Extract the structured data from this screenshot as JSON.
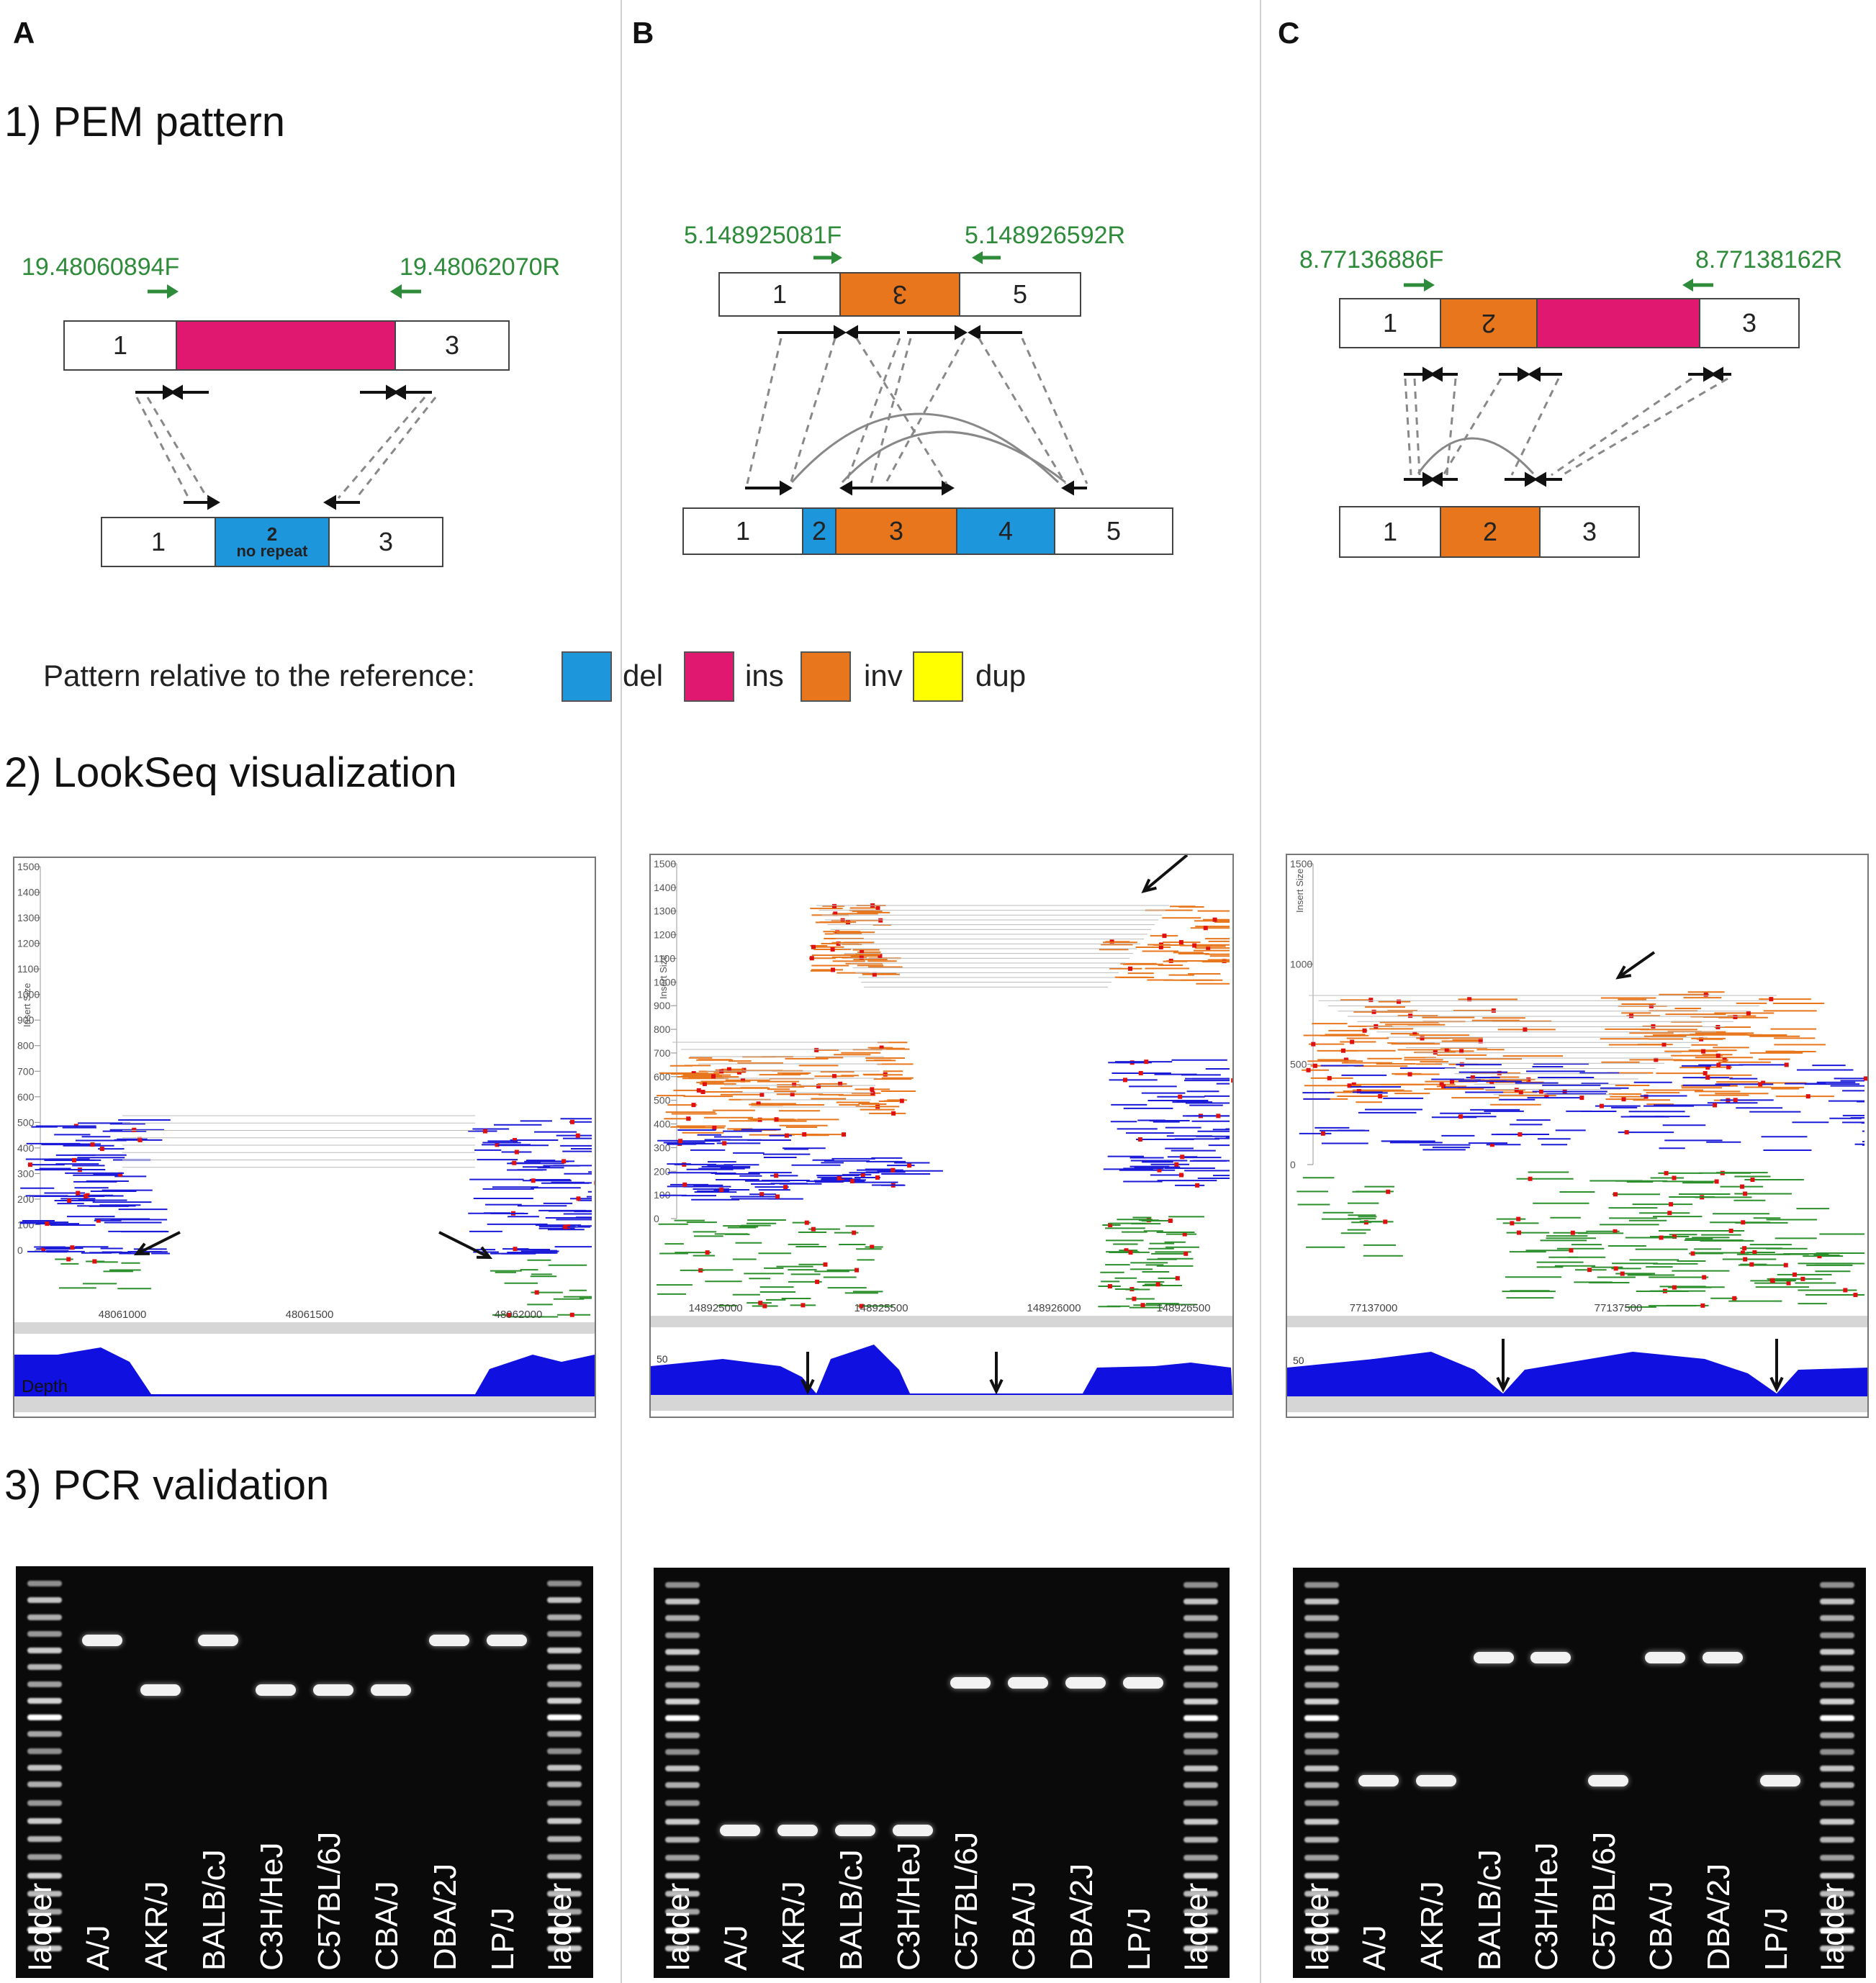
{
  "panels": [
    {
      "letter": "A"
    },
    {
      "letter": "B"
    },
    {
      "letter": "C"
    }
  ],
  "sections": {
    "pem": "1) PEM pattern",
    "lookseq": "2) LookSeq visualization",
    "pcr": "3) PCR validation"
  },
  "pem": {
    "A": {
      "primer_f": "19.48060894F",
      "primer_r": "19.48062070R",
      "top": [
        "1",
        "",
        "3"
      ],
      "bottom": [
        "1",
        "2",
        "3"
      ],
      "bottom_note": "no repeat"
    },
    "B": {
      "primer_f": "5.148925081F",
      "primer_r": "5.148926592R",
      "top": [
        "1",
        "3",
        "5"
      ],
      "bottom": [
        "1",
        "2",
        "3",
        "4",
        "5"
      ]
    },
    "C": {
      "primer_f": "8.77136886F",
      "primer_r": "8.77138162R",
      "top": [
        "1",
        "2",
        "",
        "3"
      ],
      "bottom": [
        "1",
        "2",
        "3"
      ]
    }
  },
  "legend": {
    "prefix": "Pattern relative to the reference:",
    "items": [
      {
        "label": "del",
        "color": "#1e96dc"
      },
      {
        "label": "ins",
        "color": "#e0186f"
      },
      {
        "label": "inv",
        "color": "#e8761c"
      },
      {
        "label": "dup",
        "color": "#ffff00"
      }
    ]
  },
  "colors": {
    "deletion": "#1e96dc",
    "insertion": "#e0186f",
    "inversion": "#e8761c",
    "primer": "#2e8b3a",
    "pair_normal": "#1a1ad8",
    "pair_single": "#2b8f2b",
    "pair_inverted": "#e8761c",
    "depth": "#1010e0"
  },
  "lookseq": {
    "A": {
      "yticks": [
        "1500",
        "1400",
        "1300",
        "1200",
        "1100",
        "1000",
        "900",
        "800",
        "700",
        "600",
        "500",
        "400",
        "300",
        "200",
        "100",
        "0"
      ],
      "ylabel": "Insert Size",
      "xticks": [
        "48061000",
        "48061500",
        "48062000"
      ],
      "depth_label": "Depth"
    },
    "B": {
      "yticks": [
        "1500",
        "1400",
        "1300",
        "1200",
        "1100",
        "1000",
        "900",
        "800",
        "700",
        "600",
        "500",
        "400",
        "300",
        "200",
        "100",
        "0"
      ],
      "ylabel": "Insert Size",
      "xticks": [
        "148925000",
        "148925500",
        "148926000",
        "148926500"
      ],
      "depth_tick": "50"
    },
    "C": {
      "yticks": [
        "1500",
        "1000",
        "500",
        "0"
      ],
      "ylabel": "Insert Size",
      "xticks": [
        "77137000",
        "77137500"
      ],
      "depth_tick": "50"
    }
  },
  "pcr": {
    "A": {
      "lanes": [
        "ladder",
        "A/J",
        "AKR/J",
        "BALB/cJ",
        "C3H/HeJ",
        "C57BL/6J",
        "CBA/J",
        "DBA/2J",
        "LP/J",
        "ladder"
      ],
      "band_levels": [
        null,
        0.82,
        0.7,
        0.82,
        0.7,
        0.7,
        0.7,
        0.82,
        0.82,
        null
      ]
    },
    "B": {
      "lanes": [
        "ladder",
        "A/J",
        "AKR/J",
        "BALB/cJ",
        "C3H/HeJ",
        "C57BL/6J",
        "CBA/J",
        "DBA/2J",
        "LP/J",
        "ladder"
      ],
      "band_levels": [
        null,
        0.36,
        0.36,
        0.36,
        0.36,
        0.72,
        0.72,
        0.72,
        0.72,
        null
      ]
    },
    "C": {
      "lanes": [
        "ladder",
        "A/J",
        "AKR/J",
        "BALB/cJ",
        "C3H/HeJ",
        "C57BL/6J",
        "CBA/J",
        "DBA/2J",
        "LP/J",
        "ladder"
      ],
      "band_levels": [
        null,
        0.48,
        0.48,
        0.78,
        0.78,
        0.48,
        0.78,
        0.78,
        0.48,
        null
      ]
    }
  }
}
